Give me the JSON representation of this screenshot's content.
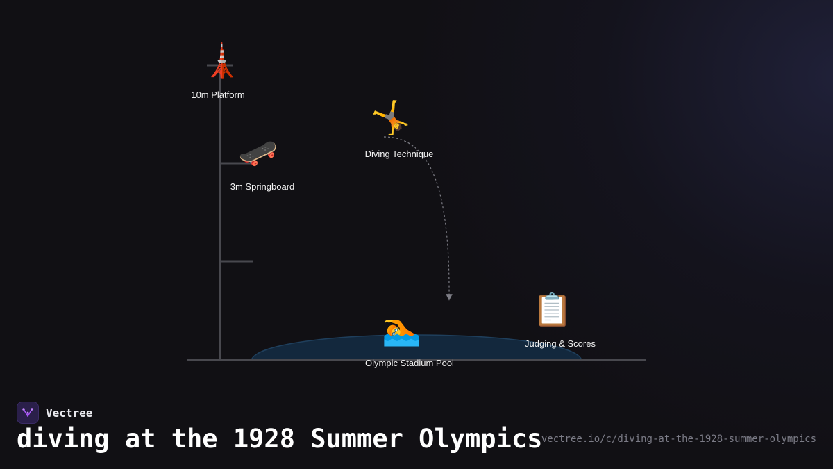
{
  "diagram": {
    "nodes": [
      {
        "id": "platform",
        "label": "10m Platform",
        "icon": "tokyo-tower-icon",
        "glyph": "🗼"
      },
      {
        "id": "springboard",
        "label": "3m Springboard",
        "icon": "skateboard-icon",
        "glyph": "🛹"
      },
      {
        "id": "technique",
        "label": "Diving Technique",
        "icon": "cartwheel-person-icon",
        "glyph": "🤸"
      },
      {
        "id": "pool",
        "label": "Olympic Stadium Pool",
        "icon": "swimmer-icon",
        "glyph": "🏊"
      },
      {
        "id": "judging",
        "label": "Judging & Scores",
        "icon": "clipboard-icon",
        "glyph": "📋"
      }
    ],
    "colors": {
      "tower": "#48484e",
      "pool_fill": "#13283d",
      "pool_stroke": "#1f3f5c",
      "trajectory": "#7d7d85"
    }
  },
  "brand": {
    "name": "Vectree",
    "logo_icon": "vectree-logo-icon",
    "logo_color": "#a855f7"
  },
  "footer": {
    "title": "diving at the 1928 Summer Olympics",
    "url": "vectree.io/c/diving-at-the-1928-summer-olympics"
  }
}
